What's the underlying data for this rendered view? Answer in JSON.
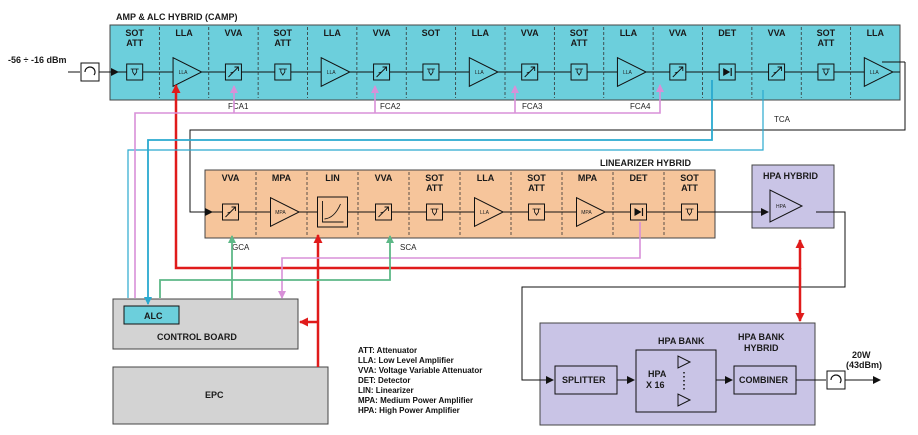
{
  "camp": {
    "title": "AMP & ALC HYBRID (CAMP)",
    "stages": [
      {
        "l1": "SOT",
        "l2": "ATT",
        "type": "att"
      },
      {
        "l1": "LLA",
        "l2": "",
        "type": "amp",
        "inner": "LLA"
      },
      {
        "l1": "VVA",
        "l2": "",
        "type": "vva"
      },
      {
        "l1": "SOT",
        "l2": "ATT",
        "type": "att"
      },
      {
        "l1": "LLA",
        "l2": "",
        "type": "amp",
        "inner": "LLA"
      },
      {
        "l1": "VVA",
        "l2": "",
        "type": "vva"
      },
      {
        "l1": "SOT",
        "l2": "",
        "type": "att"
      },
      {
        "l1": "LLA",
        "l2": "",
        "type": "amp",
        "inner": "LLA"
      },
      {
        "l1": "VVA",
        "l2": "",
        "type": "vva"
      },
      {
        "l1": "SOT",
        "l2": "ATT",
        "type": "att"
      },
      {
        "l1": "LLA",
        "l2": "",
        "type": "amp",
        "inner": "LLA"
      },
      {
        "l1": "VVA",
        "l2": "",
        "type": "vva"
      },
      {
        "l1": "DET",
        "l2": "",
        "type": "det"
      },
      {
        "l1": "VVA",
        "l2": "",
        "type": "vva"
      },
      {
        "l1": "SOT",
        "l2": "ATT",
        "type": "att"
      },
      {
        "l1": "LLA",
        "l2": "",
        "type": "amp",
        "inner": "LLA"
      }
    ],
    "fca": [
      "FCA1",
      "FCA2",
      "FCA3",
      "FCA4"
    ],
    "tca": "TCA"
  },
  "input_label": "-56 ÷ -16 dBm",
  "lin": {
    "title": "LINEARIZER HYBRID",
    "stages": [
      {
        "l1": "VVA",
        "l2": "",
        "type": "vva"
      },
      {
        "l1": "MPA",
        "l2": "",
        "type": "amp",
        "inner": "MPA"
      },
      {
        "l1": "LIN",
        "l2": "",
        "type": "lin"
      },
      {
        "l1": "VVA",
        "l2": "",
        "type": "vva"
      },
      {
        "l1": "SOT",
        "l2": "ATT",
        "type": "att"
      },
      {
        "l1": "LLA",
        "l2": "",
        "type": "amp",
        "inner": "LLA"
      },
      {
        "l1": "SOT",
        "l2": "ATT",
        "type": "att"
      },
      {
        "l1": "MPA",
        "l2": "",
        "type": "amp",
        "inner": "MPA"
      },
      {
        "l1": "DET",
        "l2": "",
        "type": "det"
      },
      {
        "l1": "SOT",
        "l2": "ATT",
        "type": "att"
      }
    ],
    "gca": "GCA",
    "sca": "SCA"
  },
  "hpa_hybrid": {
    "title": "HPA HYBRID",
    "inner": "HPA"
  },
  "control_board": {
    "alc": "ALC",
    "title": "CONTROL BOARD"
  },
  "epc": {
    "title": "EPC"
  },
  "hpa_bank": {
    "title_line1": "HPA BANK",
    "title_line2": "HYBRID",
    "splitter": "SPLITTER",
    "combiner": "COMBINER",
    "bank_label": "HPA BANK",
    "hpa_line1": "HPA",
    "hpa_line2": "X 16"
  },
  "output": {
    "line1": "20W",
    "line2": "(43dBm)"
  },
  "legend": [
    "ATT: Attenuator",
    "LLA: Low Level Amplifier",
    "VVA: Voltage Variable Attenuator",
    "DET: Detector",
    "LIN: Linearizer",
    "MPA: Medium Power Amplifier",
    "HPA: High Power Amplifier"
  ],
  "colors": {
    "camp_fill": "#6ccfdc",
    "lin_fill": "#f6c59b",
    "purple_fill": "#c9c4e6",
    "gray_fill": "#d3d3d3",
    "red": "#e01b1b",
    "teal": "#2aa9cf",
    "pink": "#d890d8",
    "green": "#5db887",
    "black": "#111111"
  }
}
